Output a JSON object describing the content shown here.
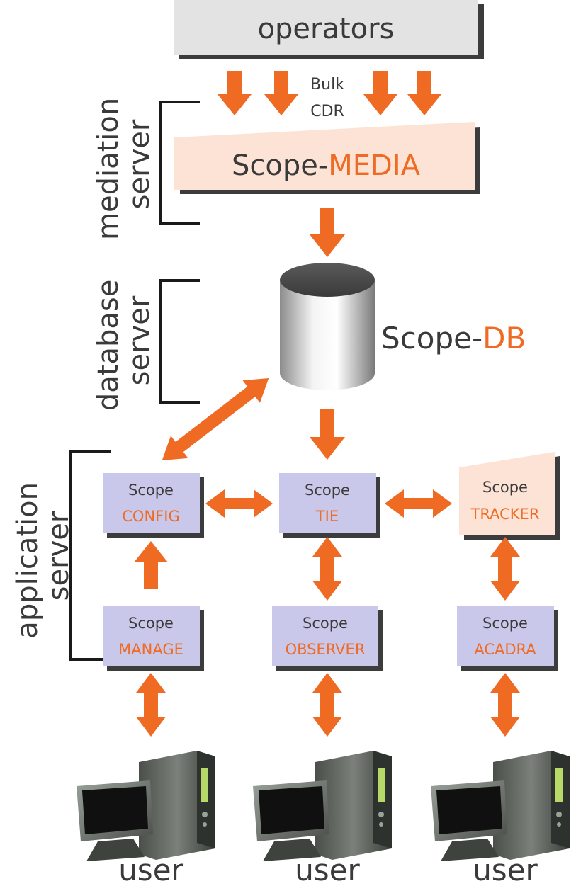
{
  "operators": {
    "label": "operators"
  },
  "bulk_cdr": {
    "line1": "Bulk",
    "line2": "CDR"
  },
  "tiers": {
    "mediation": {
      "line1": "mediation",
      "line2": "server"
    },
    "database": {
      "line1": "database",
      "line2": "server"
    },
    "application": {
      "line1": "application",
      "line2": "server"
    }
  },
  "scope_media": {
    "prefix": "Scope-",
    "name": "MEDIA"
  },
  "scope_db": {
    "prefix": "Scope-",
    "name": "DB"
  },
  "modules": {
    "config": {
      "line1": "Scope",
      "line2": "CONFIG"
    },
    "tie": {
      "line1": "Scope",
      "line2": "TIE"
    },
    "tracker": {
      "line1": "Scope",
      "line2": "TRACKER"
    },
    "manage": {
      "line1": "Scope",
      "line2": "MANAGE"
    },
    "observer": {
      "line1": "Scope",
      "line2": "OBSERVER"
    },
    "acadra": {
      "line1": "Scope",
      "line2": "ACADRA"
    }
  },
  "users": [
    {
      "label": "user"
    },
    {
      "label": "user"
    },
    {
      "label": "user"
    }
  ],
  "colors": {
    "accent": "#ef6a23",
    "text_dark": "#3a3a3a",
    "operators_fill": "#e3e3e3",
    "module_fill": "#c9c8ea",
    "media_fill": "#fde3d5"
  }
}
